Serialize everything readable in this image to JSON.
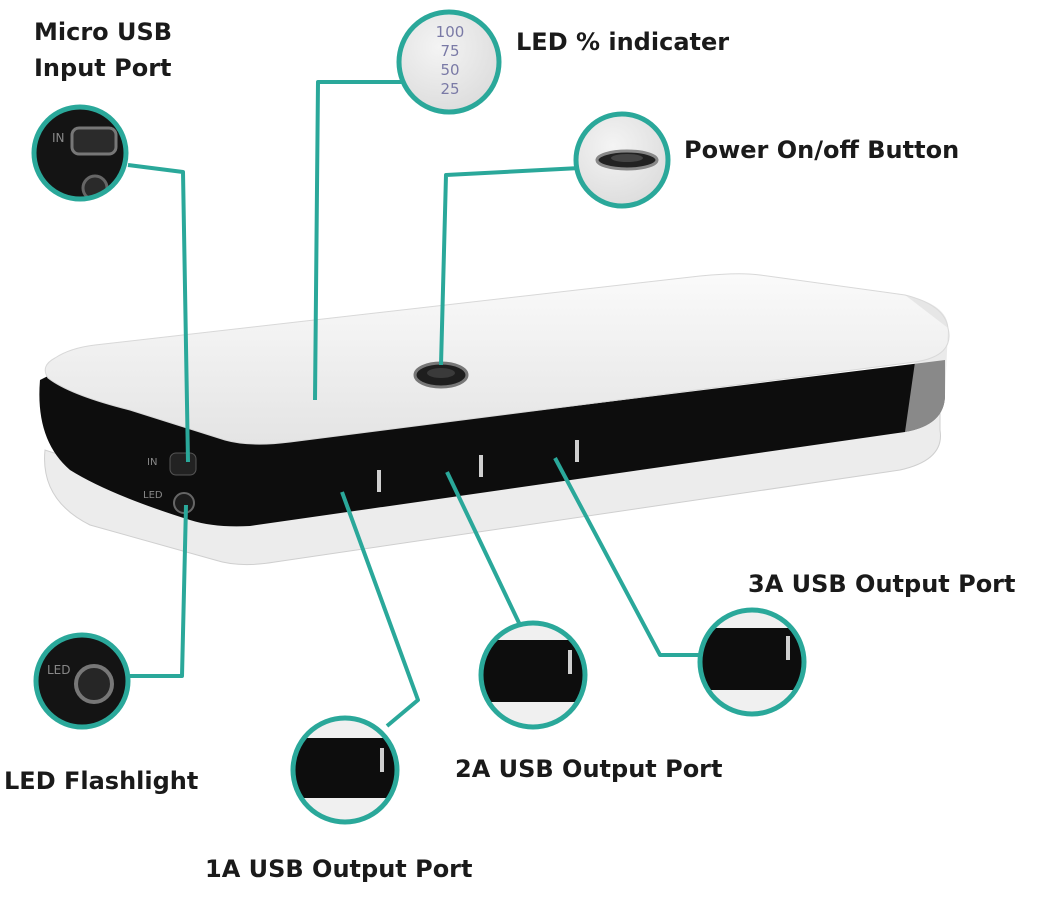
{
  "labels": {
    "micro_usb_line1": "Micro USB",
    "micro_usb_line2": "Input Port",
    "led_indicator": "LED % indicater",
    "power_button": "Power On/off Button",
    "usb_3a": "3A USB Output Port",
    "usb_2a": "2A USB Output Port",
    "usb_1a": "1A USB Output Port",
    "led_flashlight": "LED Flashlight"
  },
  "led_levels": [
    "100",
    "75",
    "50",
    "25"
  ],
  "colors": {
    "callout": "#2aa89a",
    "body_white": "#f2f2f2",
    "body_black": "#0d0d0d"
  }
}
